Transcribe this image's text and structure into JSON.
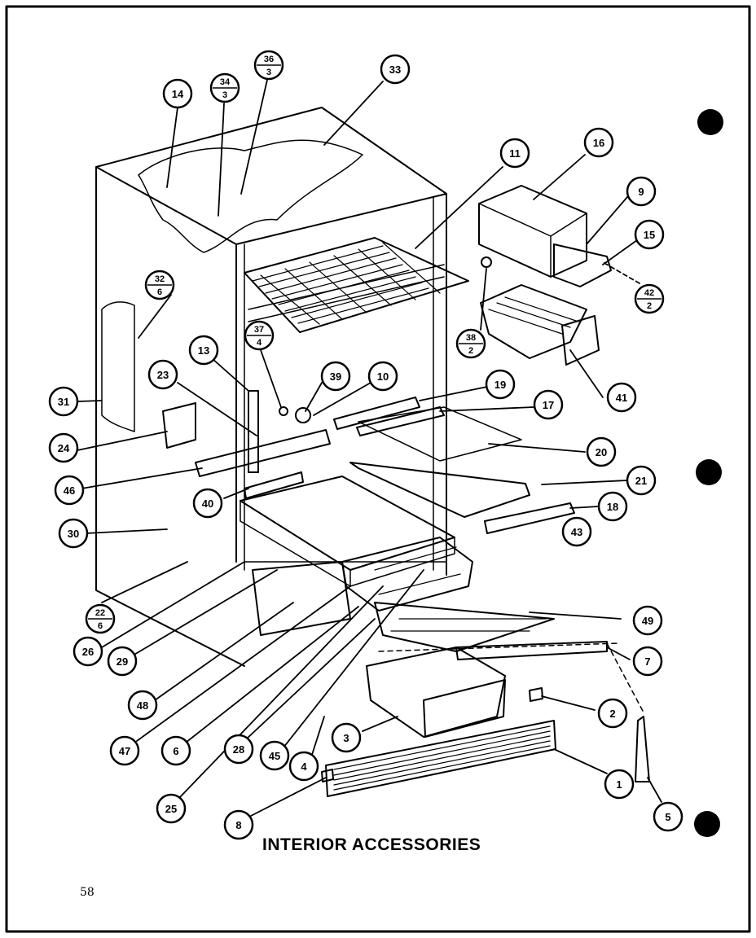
{
  "title": "INTERIOR ACCESSORIES",
  "page_number": "58",
  "callouts": [
    {
      "id": "c14",
      "label": "14"
    },
    {
      "id": "c34",
      "top": "34",
      "bottom": "3"
    },
    {
      "id": "c36",
      "top": "36",
      "bottom": "3"
    },
    {
      "id": "c33",
      "label": "33"
    },
    {
      "id": "c11",
      "label": "11"
    },
    {
      "id": "c16",
      "label": "16"
    },
    {
      "id": "c9",
      "label": "9"
    },
    {
      "id": "c15",
      "label": "15"
    },
    {
      "id": "c42",
      "top": "42",
      "bottom": "2"
    },
    {
      "id": "c32",
      "top": "32",
      "bottom": "6"
    },
    {
      "id": "c38",
      "top": "38",
      "bottom": "2"
    },
    {
      "id": "c37",
      "top": "37",
      "bottom": "4"
    },
    {
      "id": "c13",
      "label": "13"
    },
    {
      "id": "c23",
      "label": "23"
    },
    {
      "id": "c39",
      "label": "39"
    },
    {
      "id": "c10",
      "label": "10"
    },
    {
      "id": "c19",
      "label": "19"
    },
    {
      "id": "c17",
      "label": "17"
    },
    {
      "id": "c41",
      "label": "41"
    },
    {
      "id": "c31",
      "label": "31"
    },
    {
      "id": "c24",
      "label": "24"
    },
    {
      "id": "c20",
      "label": "20"
    },
    {
      "id": "c21",
      "label": "21"
    },
    {
      "id": "c46",
      "label": "46"
    },
    {
      "id": "c40",
      "label": "40"
    },
    {
      "id": "c18",
      "label": "18"
    },
    {
      "id": "c30",
      "label": "30"
    },
    {
      "id": "c43",
      "label": "43"
    },
    {
      "id": "c22",
      "top": "22",
      "bottom": "6"
    },
    {
      "id": "c26",
      "label": "26"
    },
    {
      "id": "c29",
      "label": "29"
    },
    {
      "id": "c49",
      "label": "49"
    },
    {
      "id": "c7",
      "label": "7"
    },
    {
      "id": "c48",
      "label": "48"
    },
    {
      "id": "c2",
      "label": "2"
    },
    {
      "id": "c47",
      "label": "47"
    },
    {
      "id": "c6",
      "label": "6"
    },
    {
      "id": "c28",
      "label": "28"
    },
    {
      "id": "c45",
      "label": "45"
    },
    {
      "id": "c4",
      "label": "4"
    },
    {
      "id": "c3",
      "label": "3"
    },
    {
      "id": "c1",
      "label": "1"
    },
    {
      "id": "c25",
      "label": "25"
    },
    {
      "id": "c5",
      "label": "5"
    },
    {
      "id": "c8",
      "label": "8"
    }
  ]
}
